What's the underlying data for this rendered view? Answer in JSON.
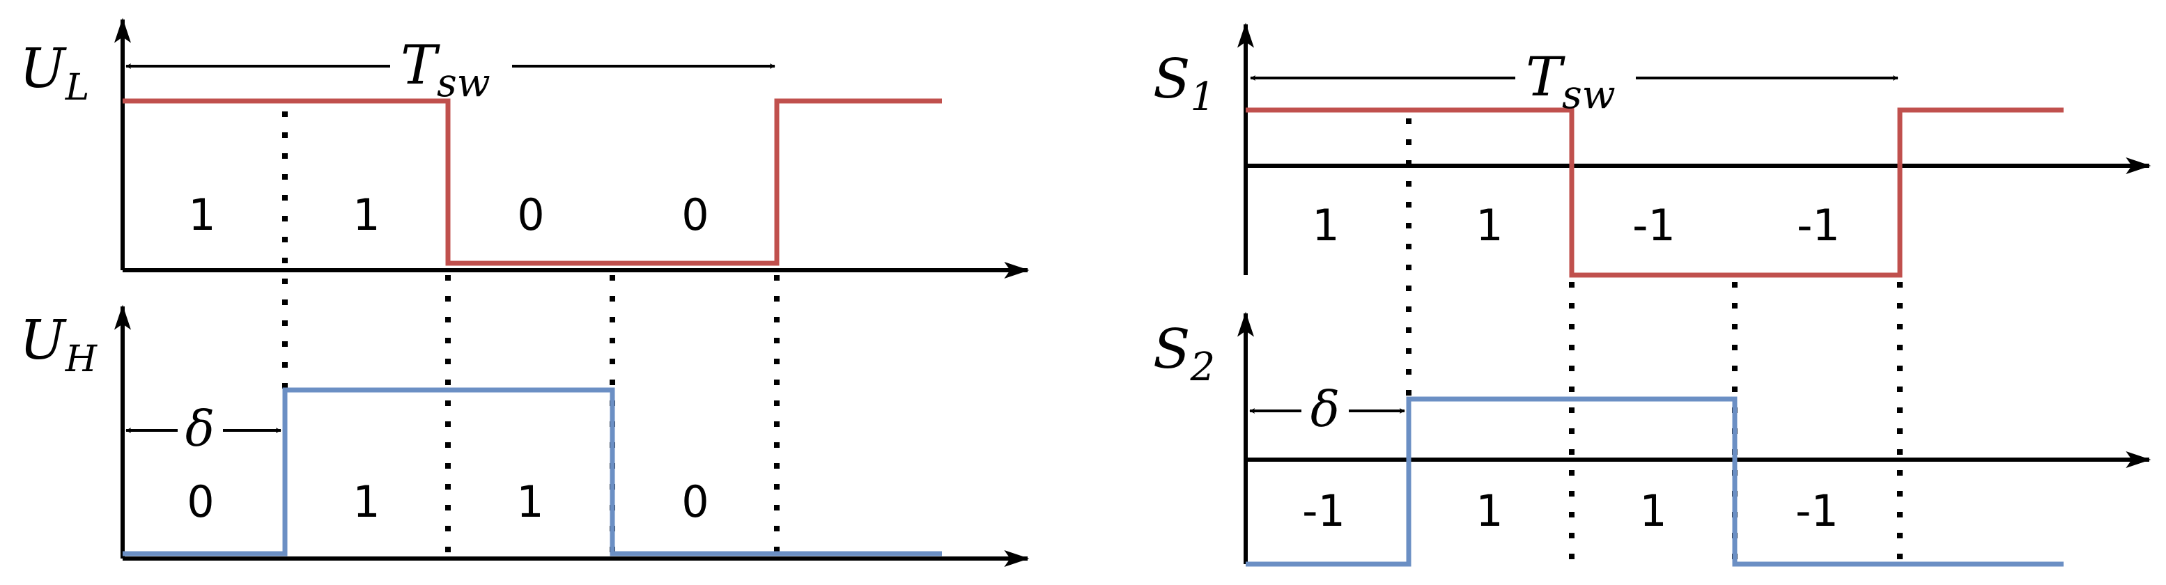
{
  "colors": {
    "red": "#c0504d",
    "blue": "#6b8fc4",
    "axis": "#000000"
  },
  "left": {
    "top": {
      "sym": "U",
      "sub": "L",
      "values": [
        "1",
        "1",
        "0",
        "0"
      ],
      "period": {
        "sym": "T",
        "sub": "sw"
      }
    },
    "bottom": {
      "sym": "U",
      "sub": "H",
      "values": [
        "0",
        "1",
        "1",
        "0"
      ],
      "delta": "δ"
    }
  },
  "right": {
    "top": {
      "sym": "S",
      "sub": "1",
      "values": [
        "1",
        "1",
        "-1",
        "-1"
      ],
      "period": {
        "sym": "T",
        "sub": "sw"
      }
    },
    "bottom": {
      "sym": "S",
      "sub": "2",
      "values": [
        "-1",
        "1",
        "1",
        "-1"
      ],
      "delta": "δ"
    }
  }
}
